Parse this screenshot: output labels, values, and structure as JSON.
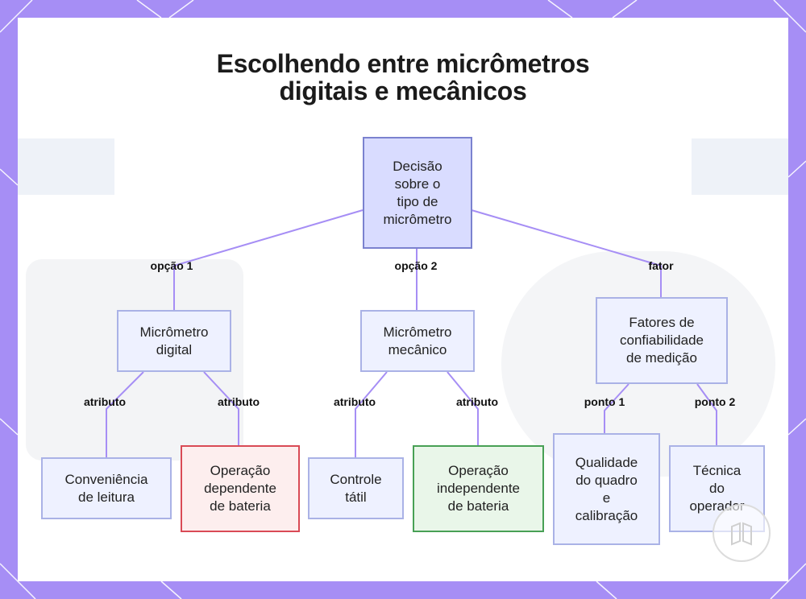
{
  "title": "Escolhendo entre micrômetros\ndigitais e mecânicos",
  "colors": {
    "frame": "#a68ef5",
    "edge": "#a68ef5",
    "node_root_fill": "#d9dcff",
    "node_fill": "#eef1ff",
    "red_border": "#d94a55",
    "green_border": "#48a055"
  },
  "nodes": {
    "root": "Decisão\nsobre o\ntipo de\nmicrômetro",
    "digital": "Micrômetro\ndigital",
    "mecanico": "Micrômetro\nmecânico",
    "fatores": "Fatores de\nconfiabilidade\nde medição",
    "conveniencia": "Conveniência\nde leitura",
    "bateria_dep": "Operação\ndependente\nde bateria",
    "controle": "Controle\ntátil",
    "bateria_indep": "Operação\nindependente\nde bateria",
    "qualidade": "Qualidade\ndo quadro\ne\ncalibração",
    "tecnica": "Técnica\ndo\noperador"
  },
  "edge_labels": {
    "opcao1": "opção 1",
    "opcao2": "opção 2",
    "fator": "fator",
    "atributo_d1": "atributo",
    "atributo_d2": "atributo",
    "atributo_m1": "atributo",
    "atributo_m2": "atributo",
    "ponto1": "ponto 1",
    "ponto2": "ponto 2"
  },
  "logo_icon": "napkin-logo-icon"
}
